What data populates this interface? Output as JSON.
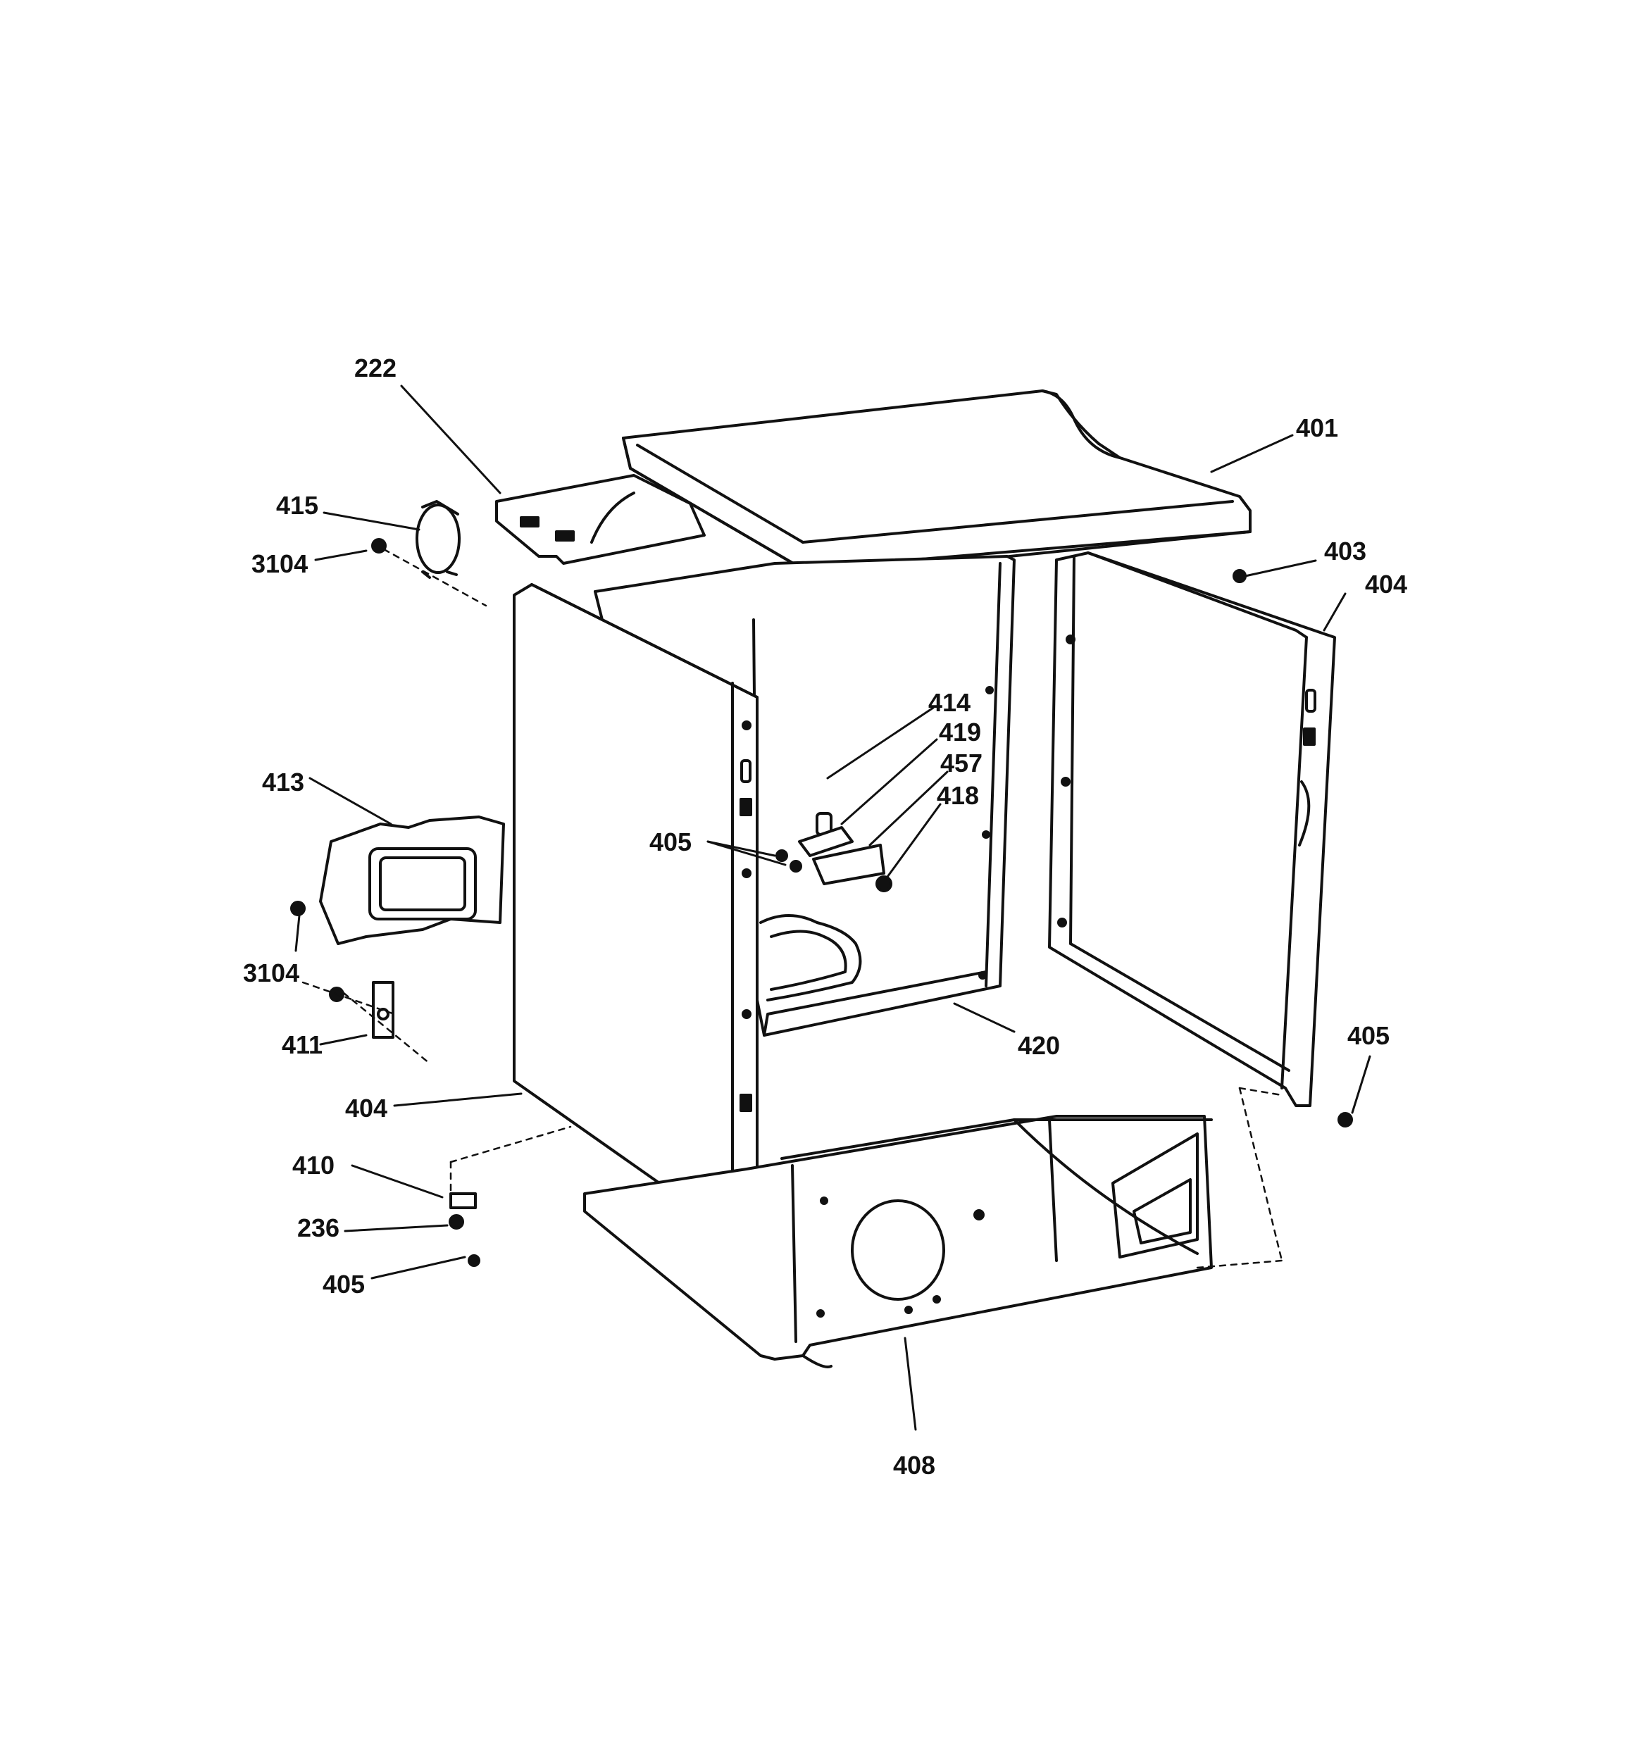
{
  "diagram": {
    "colors": {
      "line": "#111111",
      "background": "#ffffff"
    },
    "callouts": {
      "c222": "222",
      "c401": "401",
      "c415": "415",
      "c3104_top": "3104",
      "c403": "403",
      "c404_right": "404",
      "c414": "414",
      "c419": "419",
      "c457": "457",
      "c418": "418",
      "c413": "413",
      "c405_mid": "405",
      "c3104_mid": "3104",
      "c411": "411",
      "c420": "420",
      "c405_right": "405",
      "c404_left": "404",
      "c410": "410",
      "c236": "236",
      "c405_bottom": "405",
      "c408": "408"
    }
  }
}
